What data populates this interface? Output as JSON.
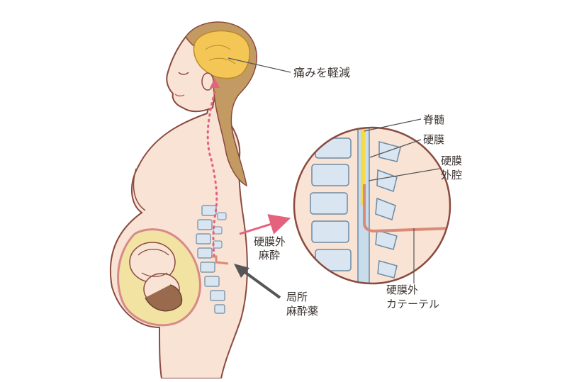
{
  "labels": {
    "pain_relief": "痛みを軽減",
    "epidural_anesthesia_line1": "硬膜外",
    "epidural_anesthesia_line2": "麻酔",
    "local_anesthetic_line1": "局所",
    "local_anesthetic_line2": "麻酔薬",
    "spinal_cord": "脊髄",
    "dura_mater": "硬膜",
    "epidural_space_line1": "硬膜",
    "epidural_space_line2": "外腔",
    "epidural_catheter_line1": "硬膜外",
    "epidural_catheter_line2": "カテーテル"
  },
  "colors": {
    "skin": "#f8e3d5",
    "outline": "#8a4a40",
    "hair": "#c29a62",
    "brain": "#f4c656",
    "arrow_pink": "#e5627f",
    "arrow_dark": "#555555",
    "vertebra": "#d9e6f1",
    "spinal_cord": "#f4d94a",
    "catheter": "#d98a78",
    "womb": "#f2e3a2"
  }
}
